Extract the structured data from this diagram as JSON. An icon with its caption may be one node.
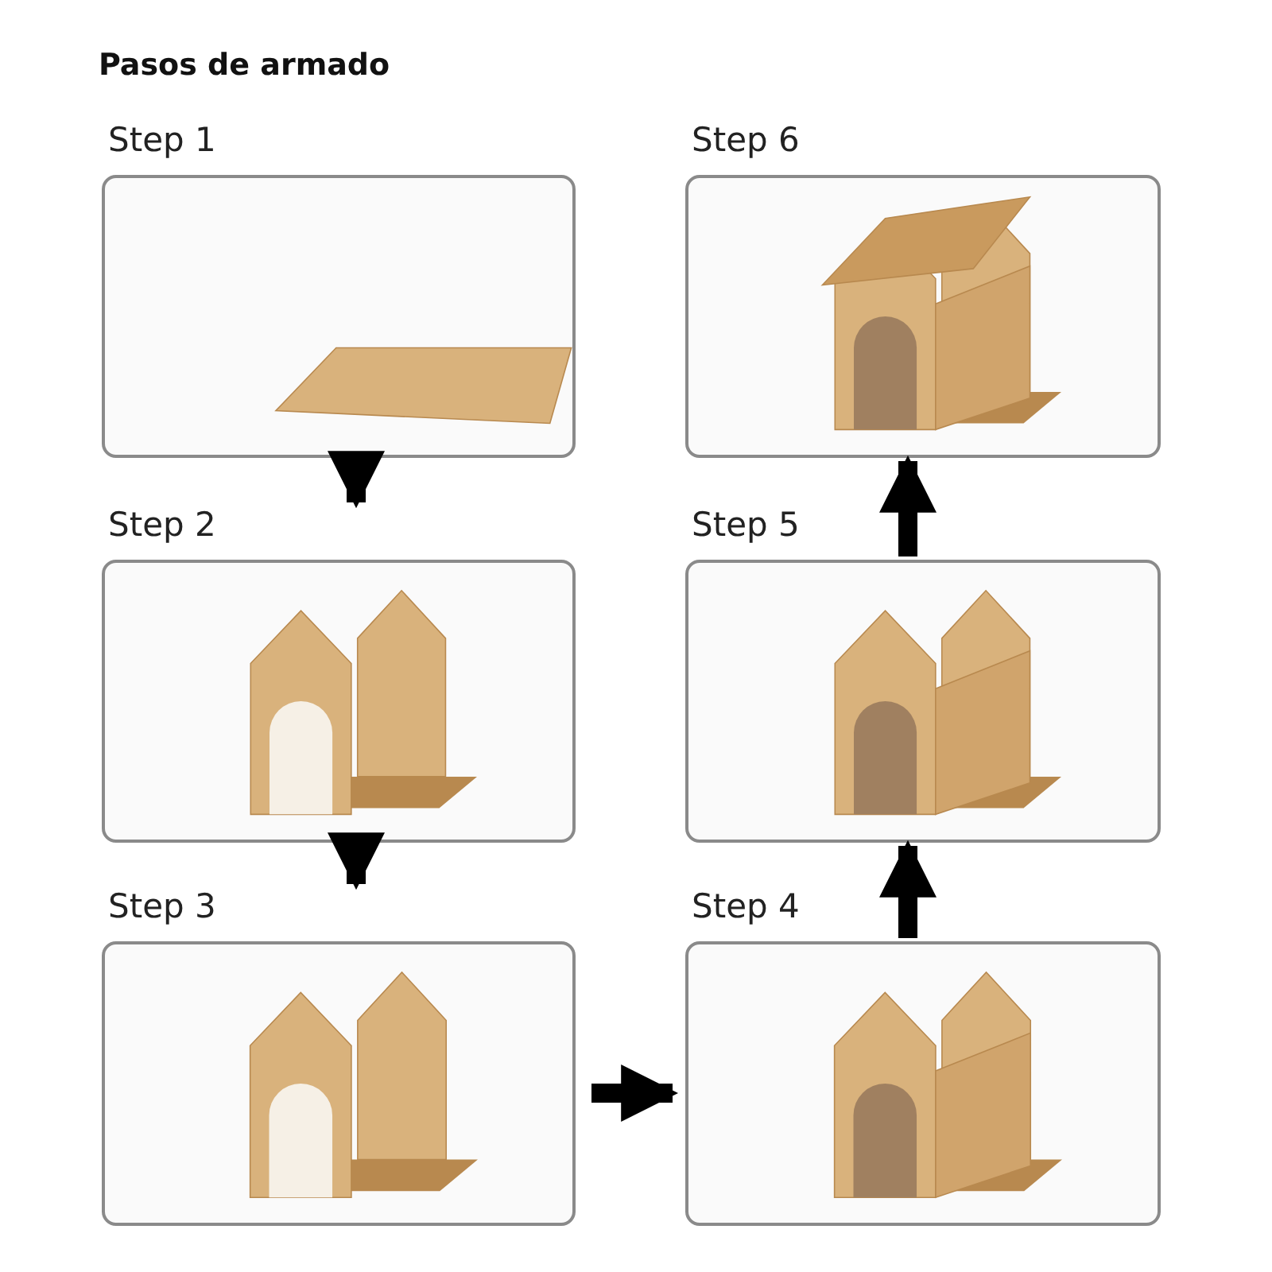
{
  "diagram": {
    "title": "Pasos de armado",
    "nodes": [
      {
        "text": [
          "Step 1"
        ]
      },
      {
        "text": [
          "Step 2"
        ]
      },
      {
        "text": [
          "Step 3"
        ]
      },
      {
        "text": [
          "Step 4"
        ]
      },
      {
        "text": [
          "Step 5"
        ]
      },
      {
        "text": [
          "Step 6"
        ]
      }
    ],
    "edges": [
      {
        "from": 0,
        "to": 1,
        "arrow": "to"
      },
      {
        "from": 1,
        "to": 2,
        "arrow": "to"
      },
      {
        "from": 2,
        "to": 3,
        "arrow": "to"
      },
      {
        "from": 3,
        "to": 4,
        "arrow": "to"
      },
      {
        "from": 4,
        "to": 5,
        "arrow": "to"
      }
    ]
  }
}
